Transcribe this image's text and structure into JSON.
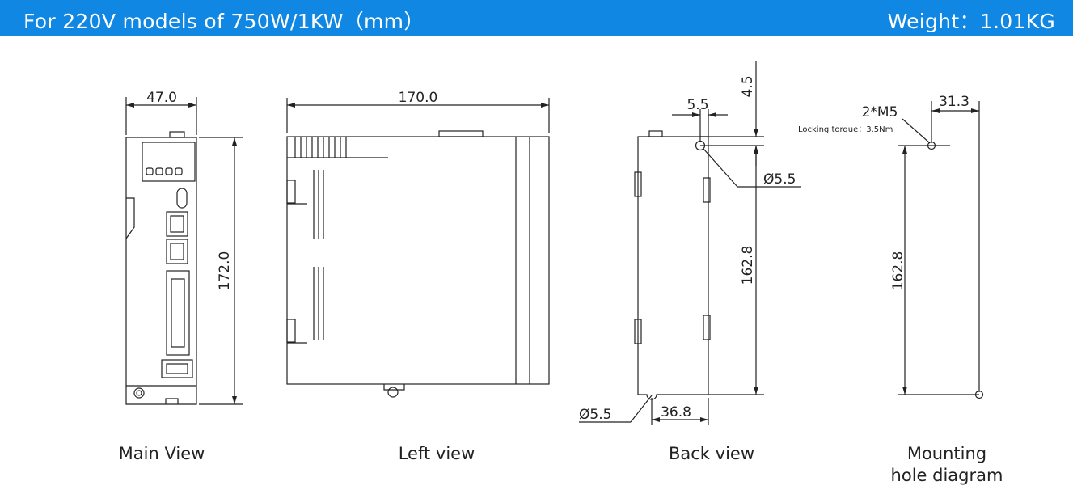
{
  "header": {
    "title": "For 220V models of 750W/1KW（mm）",
    "weight": "Weight：1.01KG",
    "background": "#1187e4"
  },
  "views": {
    "main": {
      "caption": "Main View",
      "width": "47.0",
      "height": "172.0"
    },
    "left": {
      "caption": "Left view",
      "depth": "170.0"
    },
    "back": {
      "caption": "Back view",
      "top_offset": "4.5",
      "hole_offset": "5.5",
      "hole_dia_top": "Ø5.5",
      "hole_dia_bottom": "Ø5.5",
      "hole_pitch": "162.8",
      "bottom_width": "36.8"
    },
    "mounting": {
      "caption_line1": "Mounting",
      "caption_line2": "hole diagram",
      "screw": "2*M5",
      "torque": "Locking torque：3.5Nm",
      "offset": "31.3",
      "pitch": "162.8"
    }
  }
}
